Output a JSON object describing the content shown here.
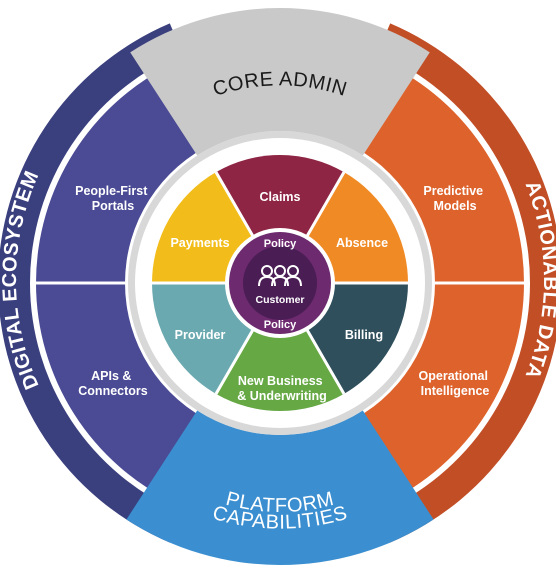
{
  "outer_ring": {
    "core_admin": "CORE ADMIN",
    "platform": [
      "PLATFORM",
      "CAPABILITIES"
    ],
    "digital": "DIGITAL ECOSYSTEM",
    "actionable": "ACTIONABLE DATA"
  },
  "side_panels": {
    "people_first": [
      "People-First",
      "Portals"
    ],
    "apis": [
      "APIs &",
      "Connectors"
    ],
    "predictive": [
      "Predictive",
      "Models"
    ],
    "operational": [
      "Operational",
      "Intelligence"
    ]
  },
  "wedges": {
    "claims": "Claims",
    "absence": "Absence",
    "billing": "Billing",
    "new_business": [
      "New Business",
      "& Underwriting"
    ],
    "provider": "Provider",
    "payments": "Payments"
  },
  "center": {
    "policy_top": "Policy",
    "policy_bottom": "Policy",
    "customer": "Customer"
  },
  "colors": {
    "core_admin": "#c9c9c9",
    "platform": "#3b8fd0",
    "digital_dark": "#3a3f7e",
    "digital_panel": "#4a4a95",
    "actionable_dark": "#c24e26",
    "actionable_panel": "#de622b",
    "claims": "#8e2544",
    "absence": "#f08a24",
    "billing": "#2e4f5b",
    "new_business": "#66a844",
    "provider": "#6aa9b0",
    "payments": "#f2bd1a",
    "center": "#6d2a6f"
  }
}
